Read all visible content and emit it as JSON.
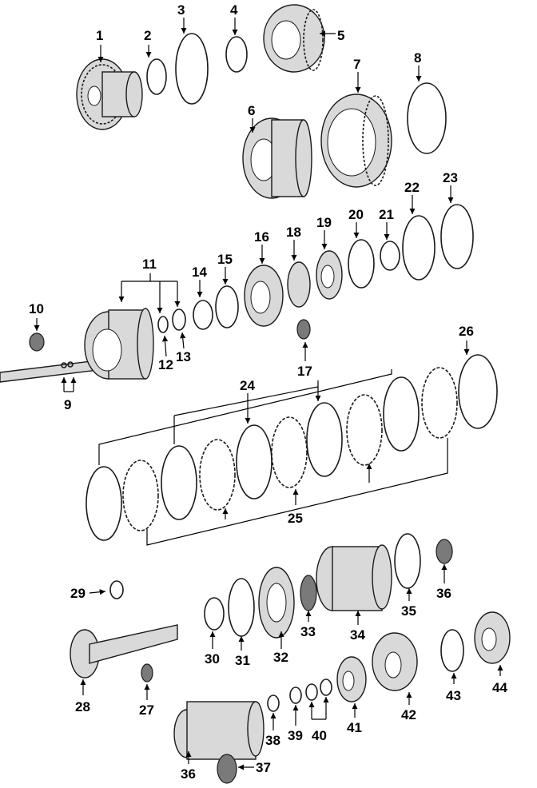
{
  "callouts": [
    "1",
    "2",
    "3",
    "4",
    "5",
    "6",
    "7",
    "8",
    "9",
    "10",
    "11",
    "12",
    "13",
    "14",
    "15",
    "16",
    "17",
    "18",
    "19",
    "20",
    "21",
    "22",
    "23",
    "24",
    "25",
    "26",
    "27",
    "28",
    "29",
    "30",
    "31",
    "32",
    "33",
    "34",
    "35",
    "36",
    "36",
    "37",
    "38",
    "39",
    "40",
    "41",
    "42",
    "43",
    "44"
  ]
}
